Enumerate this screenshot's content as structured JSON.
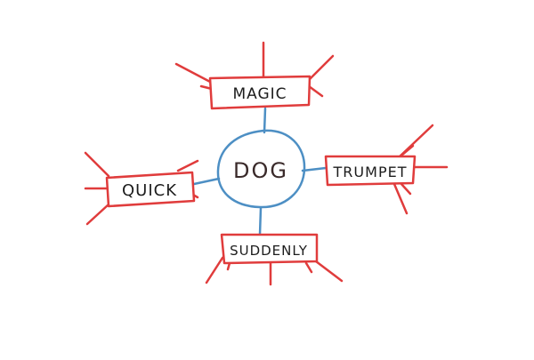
{
  "diagram": {
    "center": {
      "label": "DOG",
      "color": "#4d8fc4"
    },
    "branches": [
      {
        "id": "magic",
        "label": "MAGIC",
        "color": "#e03c3c"
      },
      {
        "id": "trumpet",
        "label": "TRUMPET",
        "color": "#e03c3c"
      },
      {
        "id": "quick",
        "label": "QUICK",
        "color": "#e03c3c"
      },
      {
        "id": "suddenly",
        "label": "SUDDENLY",
        "color": "#e03c3c"
      }
    ]
  }
}
